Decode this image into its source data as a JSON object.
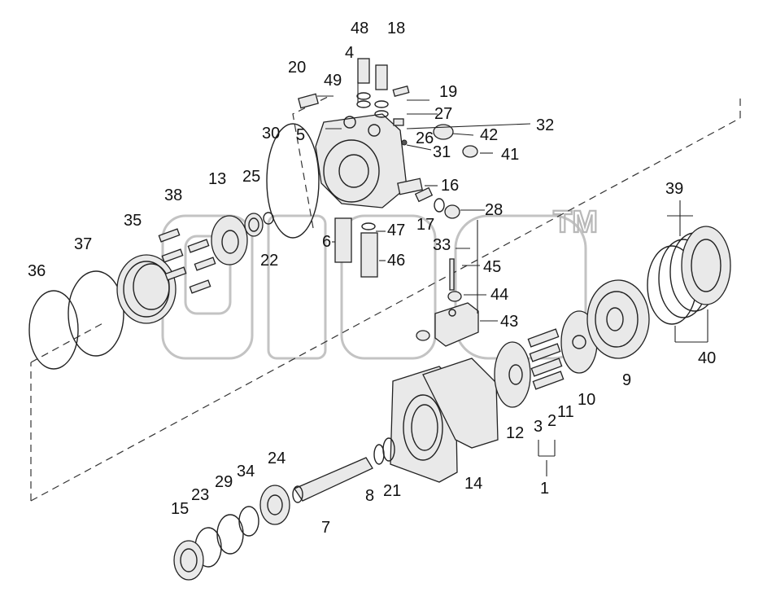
{
  "watermark": {
    "text": "TM"
  },
  "labels": {
    "p1": "1",
    "p2": "2",
    "p3": "3",
    "p4": "4",
    "p5": "5",
    "p6": "6",
    "p7": "7",
    "p8": "8",
    "p9": "9",
    "p10": "10",
    "p11": "11",
    "p12": "12",
    "p13": "13",
    "p14": "14",
    "p15": "15",
    "p16": "16",
    "p17": "17",
    "p18": "18",
    "p19": "19",
    "p20": "20",
    "p21": "21",
    "p22": "22",
    "p23": "23",
    "p24": "24",
    "p25": "25",
    "p26": "26",
    "p27": "27",
    "p28": "28",
    "p29": "29",
    "p30": "30",
    "p31": "31",
    "p32": "32",
    "p33": "33",
    "p34": "34",
    "p35": "35",
    "p36": "36",
    "p37": "37",
    "p38": "38",
    "p39": "39",
    "p40": "40",
    "p41": "41",
    "p42": "42",
    "p43": "43",
    "p44": "44",
    "p45": "45",
    "p46": "46",
    "p47": "47",
    "p48": "48",
    "p49": "49"
  }
}
